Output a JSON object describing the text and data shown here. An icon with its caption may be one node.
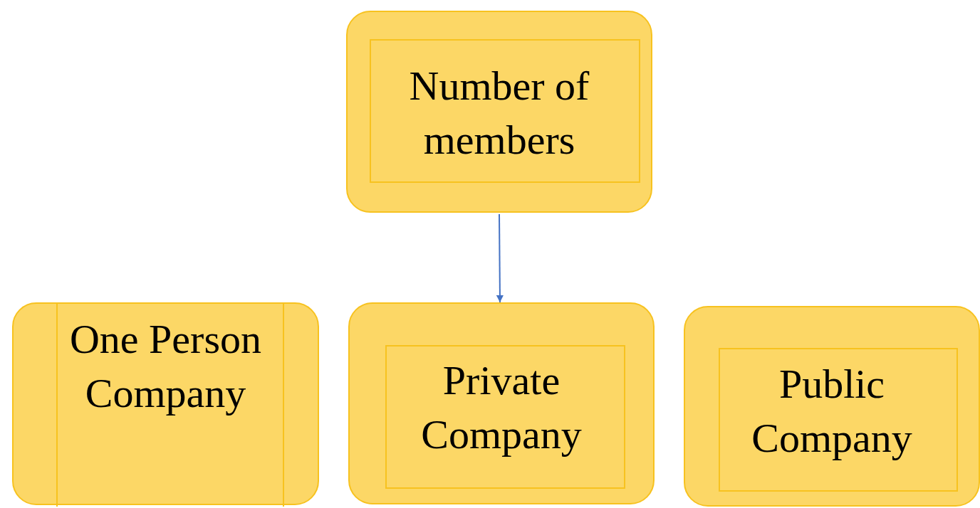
{
  "diagram": {
    "nodes": [
      {
        "text": [
          "Number of members"
        ]
      },
      {
        "text": [
          "One Person Company"
        ]
      },
      {
        "text": [
          "Private Company"
        ]
      },
      {
        "text": [
          "Public Company"
        ]
      }
    ],
    "edges": [
      {
        "from": 0,
        "to": 2,
        "arrow": "to"
      }
    ]
  }
}
